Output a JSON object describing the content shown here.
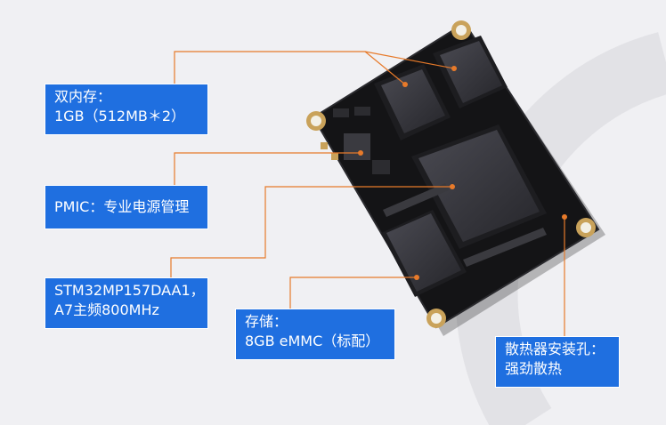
{
  "colors": {
    "label_bg": "#1f6fe0",
    "callout_line": "#e77a2a",
    "pcb": "#141416",
    "background": "#f0f0f3"
  },
  "labels": {
    "memory": {
      "line1": "双内存：",
      "line2": "1GB（512MB＊2）"
    },
    "pmic": {
      "line1": "PMIC：专业电源管理"
    },
    "cpu": {
      "line1": "STM32MP157DAA1，",
      "line2": "A7主频800MHz"
    },
    "emmc": {
      "line1": "存储：",
      "line2": "8GB eMMC（标配）"
    },
    "heatsink": {
      "line1": "散热器安装孔：",
      "line2": "强劲散热"
    }
  }
}
